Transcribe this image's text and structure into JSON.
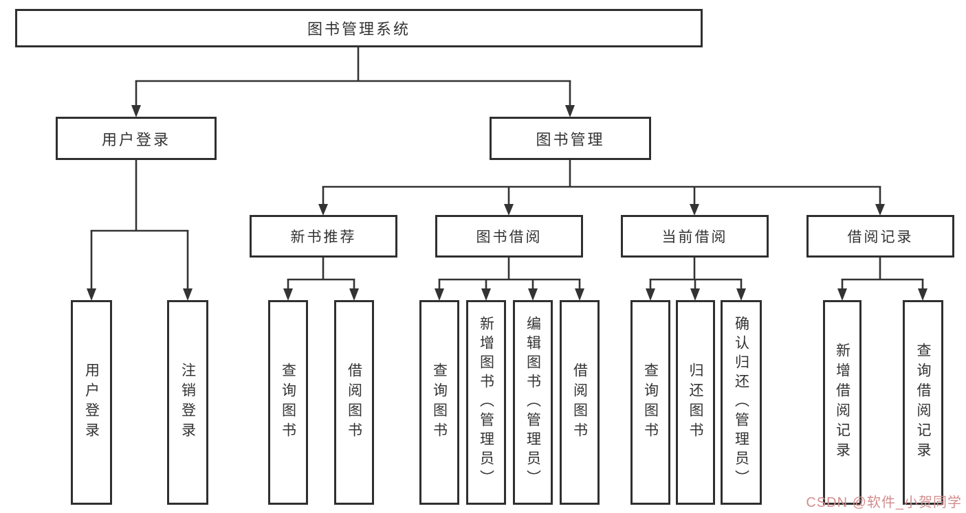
{
  "tree": {
    "root": {
      "label": "图书管理系统",
      "children": [
        {
          "label": "用户登录",
          "children": [
            {
              "label": "用户登录"
            },
            {
              "label": "注销登录"
            }
          ]
        },
        {
          "label": "图书管理",
          "children": [
            {
              "label": "新书推荐",
              "children": [
                {
                  "label": "查询图书"
                },
                {
                  "label": "借阅图书"
                }
              ]
            },
            {
              "label": "图书借阅",
              "children": [
                {
                  "label": "查询图书"
                },
                {
                  "label": "新增图书（管理员）"
                },
                {
                  "label": "编辑图书（管理员）"
                },
                {
                  "label": "借阅图书"
                }
              ]
            },
            {
              "label": "当前借阅",
              "children": [
                {
                  "label": "查询图书"
                },
                {
                  "label": "归还图书"
                },
                {
                  "label": "确认归还（管理员）"
                }
              ]
            },
            {
              "label": "借阅记录",
              "children": [
                {
                  "label": "新增借阅记录"
                },
                {
                  "label": "查询借阅记录"
                }
              ]
            }
          ]
        }
      ]
    }
  },
  "watermark": {
    "text": "CSDN @软件_小贺同学"
  },
  "colors": {
    "line": "#333333",
    "box_border": "#2f2f2f",
    "text": "#333333",
    "watermark": "#d38d8d",
    "background": "#ffffff"
  }
}
